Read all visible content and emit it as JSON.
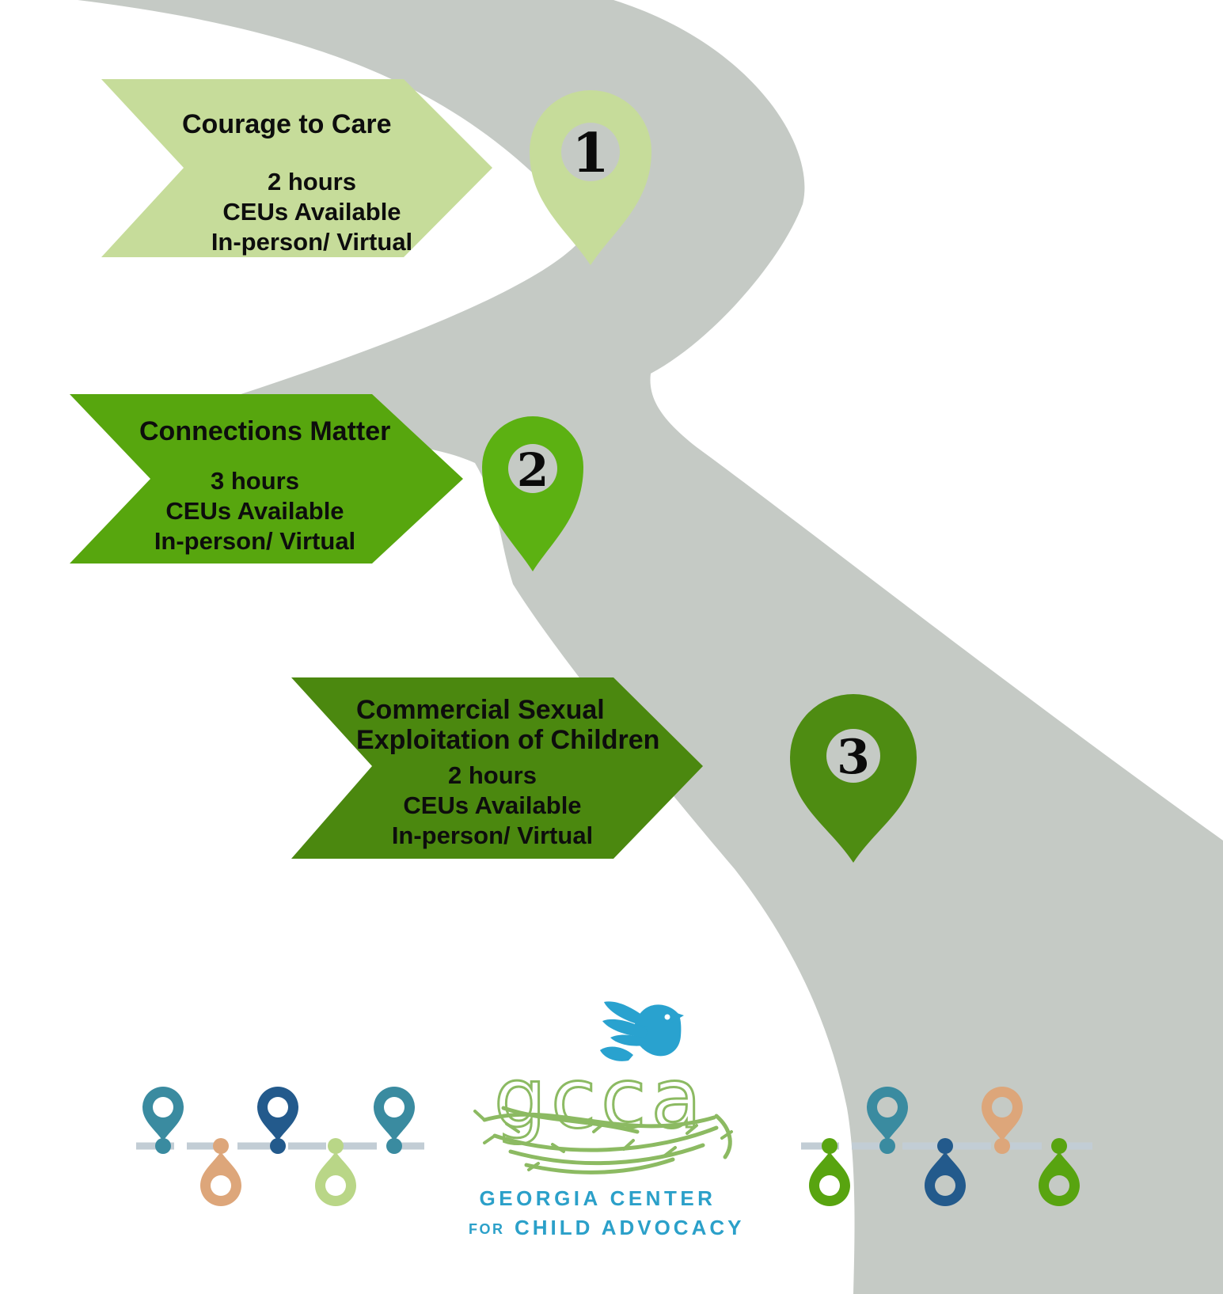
{
  "banners": [
    {
      "number": "1",
      "title_lines": [
        "Courage to Care"
      ],
      "details": [
        "2 hours",
        "CEUs Available",
        "In-person/ Virtual"
      ]
    },
    {
      "number": "2",
      "title_lines": [
        "Connections Matter"
      ],
      "details": [
        "3 hours",
        "CEUs Available",
        "In-person/ Virtual"
      ]
    },
    {
      "number": "3",
      "title_lines": [
        "Commercial Sexual",
        "Exploitation of Children"
      ],
      "details": [
        "2 hours",
        "CEUs Available",
        "In-person/ Virtual"
      ]
    }
  ],
  "logo": {
    "monogram": "gcca",
    "name_line1": "GEORGIA CENTER",
    "name_line2_prefix": "FOR",
    "name_line2": "CHILD ADVOCACY"
  },
  "colors": {
    "road_gray": "#c5cac5",
    "banner1_light_green": "#c6dc9a",
    "banner2_green": "#57a60e",
    "banner3_dark_green": "#4b880f",
    "pin2_green": "#5cb112",
    "pin3_green": "#4e8c12",
    "teal": "#3a8ba0",
    "dark_blue": "#235a8c",
    "orange": "#dda67a",
    "light_green_pin": "#b9d687",
    "timeline_green": "#58a410",
    "timeline_line": "#c2cdd5",
    "logo_blue": "#2ba0c9",
    "nest_green": "#8cba62"
  }
}
